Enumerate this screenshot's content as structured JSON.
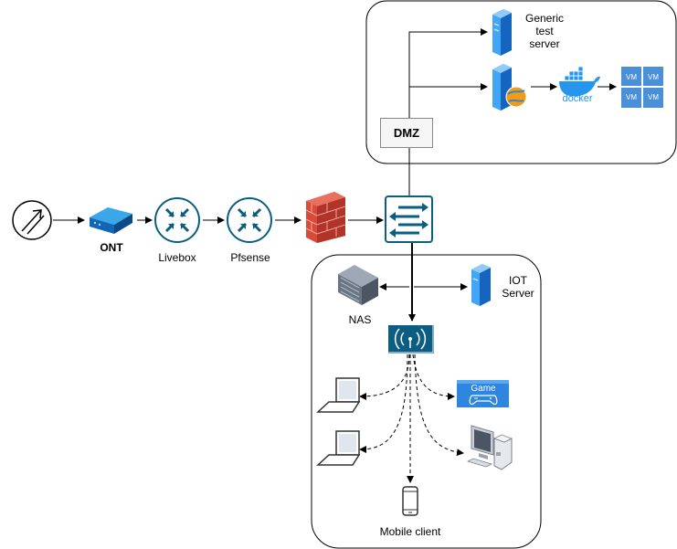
{
  "labels": {
    "ont": "ONT",
    "livebox": "Livebox",
    "pfsense": "Pfsense",
    "dmz": "DMZ",
    "generic_test_server": [
      "Generic",
      "test",
      "server"
    ],
    "docker": "docker",
    "vm": "VM",
    "nas": "NAS",
    "iot_server": [
      "IOT",
      "Server"
    ],
    "game": "Game",
    "mobile_client": "Mobile client"
  },
  "colors": {
    "network_blue": "#0b5e82",
    "server_blue": "#1e88e5",
    "docker_blue": "#2496ed",
    "firewall_red": "#c0392b",
    "vm_blue": "#4a90d9",
    "game_blue": "#2e86de"
  }
}
